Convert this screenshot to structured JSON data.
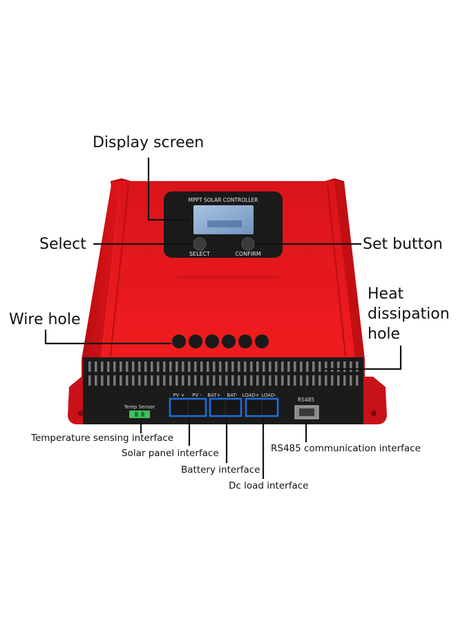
{
  "device": {
    "panel_title": "MPPT SOLAR CONTROLLER",
    "select_label": "SELECT",
    "confirm_label": "CONFIRM",
    "pv_plus": "PV +",
    "pv_minus": "PV -",
    "bat_plus": "BAT+",
    "bat_minus": "BAT-",
    "load_plus": "LOAD+",
    "load_minus": "LOAD-",
    "temp_sensor": "Temp  Sensor",
    "rs485": "RS485"
  },
  "callouts": {
    "display_screen": "Display screen",
    "select": "Select",
    "set_button": "Set button",
    "wire_hole": "Wire hole",
    "heat_dissipation": "Heat dissipation hole",
    "temperature_interface": "Temperature sensing interface",
    "solar_interface": "Solar panel interface",
    "battery_interface": "Battery interface",
    "dc_load_interface": "Dc load interface",
    "rs485_interface": "RS485 communication interface"
  },
  "colors": {
    "body_red": "#e8141a",
    "dark_red": "#a80a0e",
    "black_panel": "#1b1b1b",
    "lcd": "#8fb2d6",
    "terminal_blue": "#1f6ee0",
    "terminal_green": "#3cc45a"
  }
}
